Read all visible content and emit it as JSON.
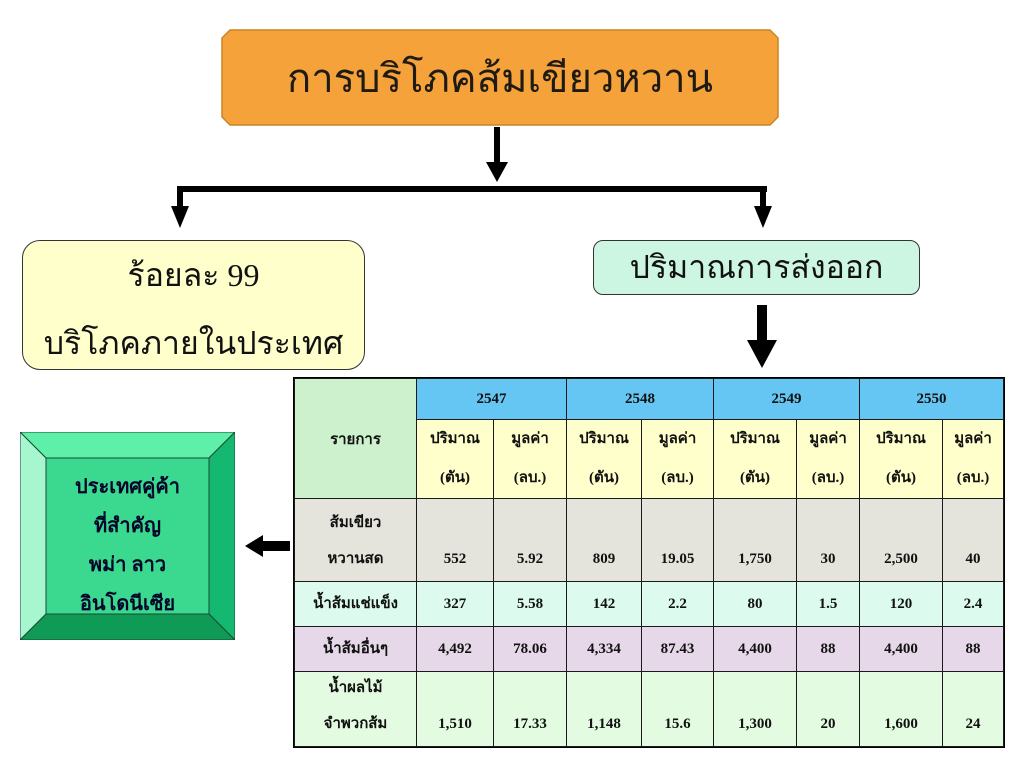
{
  "title": "การบริโภคส้มเขียวหวาน",
  "domestic": {
    "line1": "ร้อยละ 99",
    "line2": "บริโภคภายในประเทศ"
  },
  "export": {
    "label": "ปริมาณการส่งออก"
  },
  "partners": {
    "lines": [
      "ประเทศคู่ค้า",
      "ที่สำคัญ",
      "พม่า ลาว",
      "อินโดนีเซีย"
    ]
  },
  "table": {
    "item_header": "รายการ",
    "years": [
      "2547",
      "2548",
      "2549",
      "2550"
    ],
    "quantity_header": [
      "ปริมาณ",
      "(ตัน)"
    ],
    "value_header": [
      "มูลค่า",
      "(ลบ.)"
    ],
    "rows": [
      {
        "item": [
          "ส้มเขียว",
          "หวานสด"
        ],
        "values": [
          "552",
          "5.92",
          "809",
          "19.05",
          "1,750",
          "30",
          "2,500",
          "40"
        ]
      },
      {
        "item": [
          "น้ำส้มแช่แข็ง"
        ],
        "values": [
          "327",
          "5.58",
          "142",
          "2.2",
          "80",
          "1.5",
          "120",
          "2.4"
        ]
      },
      {
        "item": [
          "น้ำส้มอื่นๆ"
        ],
        "values": [
          "4,492",
          "78.06",
          "4,334",
          "87.43",
          "4,400",
          "88",
          "4,400",
          "88"
        ]
      },
      {
        "item": [
          "น้ำผลไม้",
          "จำพวกส้ม"
        ],
        "values": [
          "1,510",
          "17.33",
          "1,148",
          "15.6",
          "1,300",
          "20",
          "1,600",
          "24"
        ]
      }
    ]
  },
  "colors": {
    "title_box": "#f6a23a",
    "domestic_box": "#ffffcc",
    "export_box": "#ccf6e1",
    "year_header": "#66c6f3",
    "item_header": "#ccf1cc",
    "sub_header": "#ffffcc",
    "rows": [
      "#e4e4dc",
      "#dcfbee",
      "#e6d8e8",
      "#e3fbe1"
    ],
    "partner_center": "#3bd88f"
  }
}
